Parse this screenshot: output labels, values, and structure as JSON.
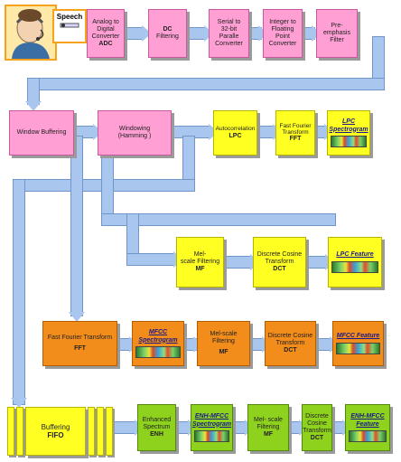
{
  "speech": {
    "label": "Speech"
  },
  "row1": {
    "adc": {
      "lines": [
        "Analog to",
        "Digital",
        "Converter"
      ],
      "abbr": "ADC"
    },
    "dc": {
      "lines": [
        "DC",
        "Filtering"
      ]
    },
    "serial": {
      "lines": [
        "Serial to",
        "32-bit Paralle",
        "Converter"
      ]
    },
    "int2float": {
      "lines": [
        "Integer to",
        "Floating",
        "Point",
        "Converter"
      ]
    },
    "preemph": {
      "lines": [
        "Pre-",
        "emphasis",
        "Filter"
      ]
    }
  },
  "row2": {
    "winbuf": {
      "lines": [
        "Window Buffering"
      ]
    },
    "windowing": {
      "lines": [
        "Windowing",
        "(Hamming )"
      ]
    },
    "autocorr": {
      "lines": [
        "Autocorrelation"
      ],
      "abbr": "LPC"
    },
    "fft": {
      "lines": [
        "Fast Fourier",
        "Transform"
      ],
      "abbr": "FFT"
    },
    "lpc_spec": {
      "lines": [
        "LPC",
        "Spectrogram"
      ]
    }
  },
  "row3": {
    "melfilter": {
      "lines": [
        "Mel-",
        "scale Filtering"
      ],
      "abbr": "MF"
    },
    "dct": {
      "lines": [
        "Discrete Cosine",
        "Transform"
      ],
      "abbr": "DCT"
    },
    "lpc_feature": {
      "lines": [
        "LPC Feature"
      ]
    }
  },
  "row4": {
    "fft": {
      "lines": [
        "Fast Fourier Transform"
      ],
      "abbr": "FFT"
    },
    "mfcc_spec": {
      "lines": [
        "MFCC",
        "Spectrogram"
      ]
    },
    "mel": {
      "lines": [
        "Mel-scale Filtering"
      ],
      "abbr": "MF"
    },
    "dct": {
      "lines": [
        "Discrete Cosine",
        "Transform"
      ],
      "abbr": "DCT"
    },
    "mfcc_feature": {
      "lines": [
        "MFCC Feature"
      ]
    }
  },
  "row5": {
    "buffer": {
      "lines": [
        "Buffering"
      ],
      "abbr": "FIFO"
    },
    "enh": {
      "lines": [
        "Enhanced",
        "Spectrum"
      ],
      "abbr": "ENH"
    },
    "enh_mfcc_spec": {
      "lines": [
        "ENH-MFCC",
        "Spectrogram"
      ]
    },
    "mel": {
      "lines": [
        "Mel- scale",
        "Filtering"
      ],
      "abbr": "MF"
    },
    "dct": {
      "lines": [
        "Discrete",
        "Cosine",
        "Transform"
      ],
      "abbr": "DCT"
    },
    "enh_mfcc_feature": {
      "lines": [
        "ENH-MFCC",
        "Feature"
      ]
    }
  },
  "colors": {
    "pink": "#ff9fd4",
    "yellow": "#ffff22",
    "orange": "#f28c1a",
    "green": "#8ed21e",
    "pipe": "#a9c6ee",
    "speaker_border": "#f4a31b"
  },
  "icons": {
    "speaker": "person-speaking-headset-icon",
    "microphone": "microphone-icon"
  }
}
